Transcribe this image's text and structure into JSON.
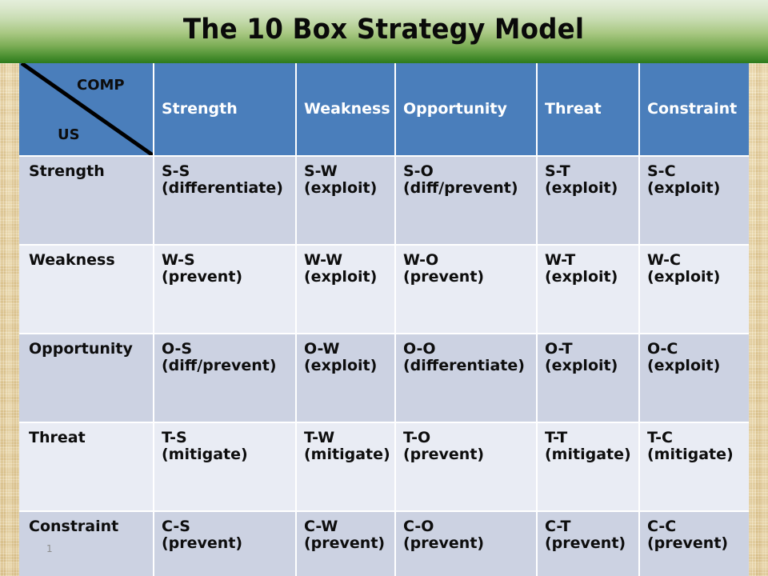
{
  "slide": {
    "title": "The 10 Box Strategy Model",
    "slide_number": "1",
    "colors": {
      "header_blue": "#4a7ebb",
      "row_dark": "#ccd2e2",
      "row_light": "#e9ecf4",
      "banner_green_top": "#e4eedb",
      "banner_green_bottom": "#2c7a1c",
      "background_tan": "#ecd9a9",
      "gridline": "#ffffff",
      "text_dark": "#0d0d0d",
      "header_text": "#ffffff",
      "slide_number_color": "#8d8d8d"
    }
  },
  "matrix": {
    "corner": {
      "column_axis_label": "COMP",
      "row_axis_label": "US",
      "diagonal": "diagonal-divider"
    },
    "column_headers": [
      "Strength",
      "Weakness",
      "Opportunity",
      "Threat",
      "Constraint"
    ],
    "row_headers": [
      "Strength",
      "Weakness",
      "Opportunity",
      "Threat",
      "Constraint"
    ],
    "rows": [
      {
        "header": "Strength",
        "shade": "dark",
        "cells": [
          {
            "code": "S-S",
            "action": "(differentiate)"
          },
          {
            "code": "S-W",
            "action": "(exploit)"
          },
          {
            "code": "S-O",
            "action": "(diff/prevent)"
          },
          {
            "code": "S-T",
            "action": "(exploit)"
          },
          {
            "code": "S-C",
            "action": "(exploit)"
          }
        ]
      },
      {
        "header": "Weakness",
        "shade": "light",
        "cells": [
          {
            "code": "W-S",
            "action": "(prevent)"
          },
          {
            "code": "W-W",
            "action": "(exploit)"
          },
          {
            "code": "W-O",
            "action": "(prevent)"
          },
          {
            "code": "W-T",
            "action": "(exploit)"
          },
          {
            "code": "W-C",
            "action": "(exploit)"
          }
        ]
      },
      {
        "header": "Opportunity",
        "shade": "dark",
        "cells": [
          {
            "code": "O-S",
            "action": "(diff/prevent)"
          },
          {
            "code": "O-W",
            "action": "(exploit)"
          },
          {
            "code": "O-O",
            "action": "(differentiate)"
          },
          {
            "code": "O-T",
            "action": "(exploit)"
          },
          {
            "code": "O-C",
            "action": "(exploit)"
          }
        ]
      },
      {
        "header": "Threat",
        "shade": "light",
        "cells": [
          {
            "code": "T-S",
            "action": "(mitigate)"
          },
          {
            "code": "T-W",
            "action": "(mitigate)"
          },
          {
            "code": "T-O",
            "action": "(prevent)"
          },
          {
            "code": "T-T",
            "action": "(mitigate)"
          },
          {
            "code": "T-C",
            "action": "(mitigate)"
          }
        ]
      },
      {
        "header": "Constraint",
        "shade": "dark",
        "cells": [
          {
            "code": "C-S",
            "action": "(prevent)"
          },
          {
            "code": "C-W",
            "action": "(prevent)"
          },
          {
            "code": "C-O",
            "action": "(prevent)"
          },
          {
            "code": "C-T",
            "action": "(prevent)"
          },
          {
            "code": "C-C",
            "action": "(prevent)"
          }
        ]
      }
    ]
  }
}
